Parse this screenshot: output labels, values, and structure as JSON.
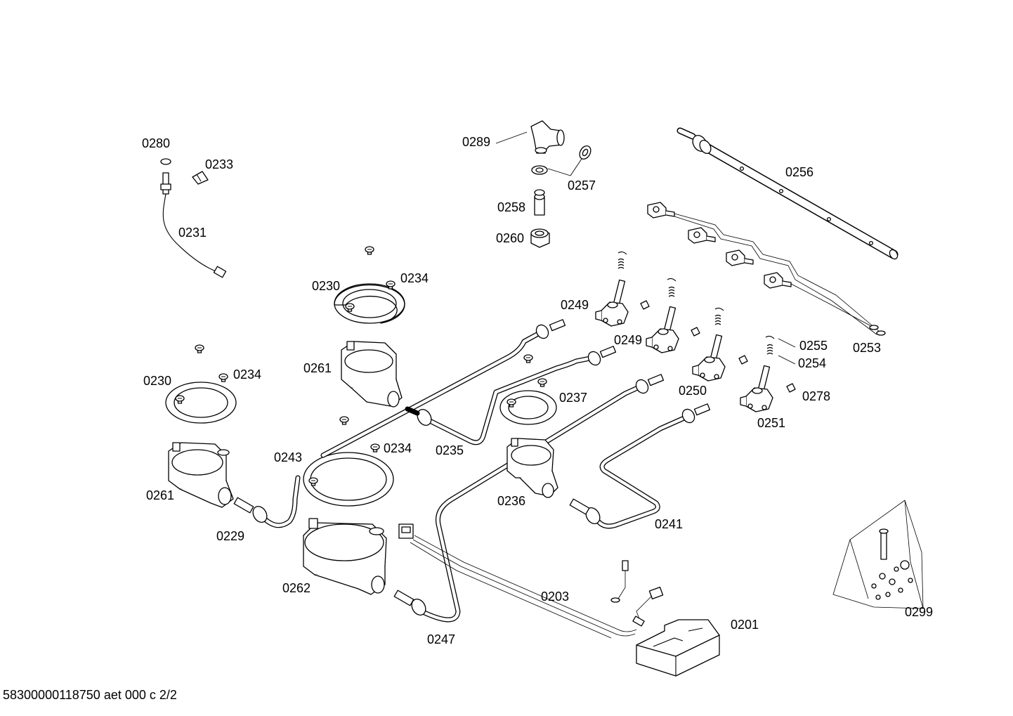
{
  "footer": {
    "doc_id": "58300000118750 aet 000 c 2/2"
  },
  "labels": {
    "l0280": "0280",
    "l0233": "0233",
    "l0231": "0231",
    "l0289": "0289",
    "l0257": "0257",
    "l0258": "0258",
    "l0260": "0260",
    "l0256": "0256",
    "l0230a": "0230",
    "l0234a": "0234",
    "l0230b": "0230",
    "l0234b": "0234",
    "l0261a": "0261",
    "l0261b": "0261",
    "l0249a": "0249",
    "l0249b": "0249",
    "l0250": "0250",
    "l0251": "0251",
    "l0255": "0255",
    "l0254": "0254",
    "l0253": "0253",
    "l0278": "0278",
    "l0237": "0237",
    "l0235": "0235",
    "l0234c": "0234",
    "l0243": "0243",
    "l0236": "0236",
    "l0241": "0241",
    "l0229": "0229",
    "l0262": "0262",
    "l0203": "0203",
    "l0201": "0201",
    "l0247": "0247",
    "l0299": "0299"
  }
}
